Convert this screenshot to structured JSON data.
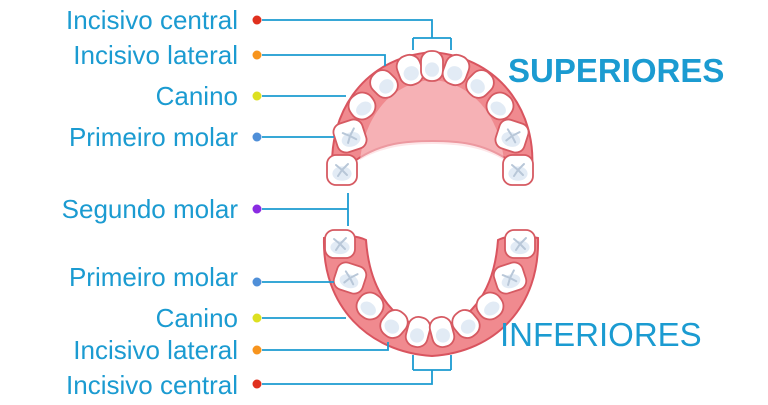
{
  "labels": [
    {
      "text": "Incisivo central",
      "color": "#e0301e"
    },
    {
      "text": "Incisivo lateral",
      "color": "#f7941d"
    },
    {
      "text": "Canino",
      "color": "#dde021"
    },
    {
      "text": "Primeiro molar",
      "color": "#4f8fd8"
    },
    {
      "text": "Segundo molar",
      "color": "#8a2be2"
    },
    {
      "text": "Primeiro molar",
      "color": "#4f8fd8"
    },
    {
      "text": "Canino",
      "color": "#dde021"
    },
    {
      "text": "Incisivo lateral",
      "color": "#f7941d"
    },
    {
      "text": "Incisivo central",
      "color": "#e0301e"
    }
  ],
  "jaws": {
    "upper": "SUPERIORES",
    "lower": "INFERIORES"
  },
  "colors": {
    "text": "#1b9bd1",
    "line": "#1b9bd1",
    "gum": "#f08a8f",
    "gum_edge": "#d9545f",
    "gum_inner": "#fbd2d5",
    "tooth": "#ffffff",
    "tooth_shade": "#dbe6f2",
    "tooth_edge": "#d65a62"
  }
}
